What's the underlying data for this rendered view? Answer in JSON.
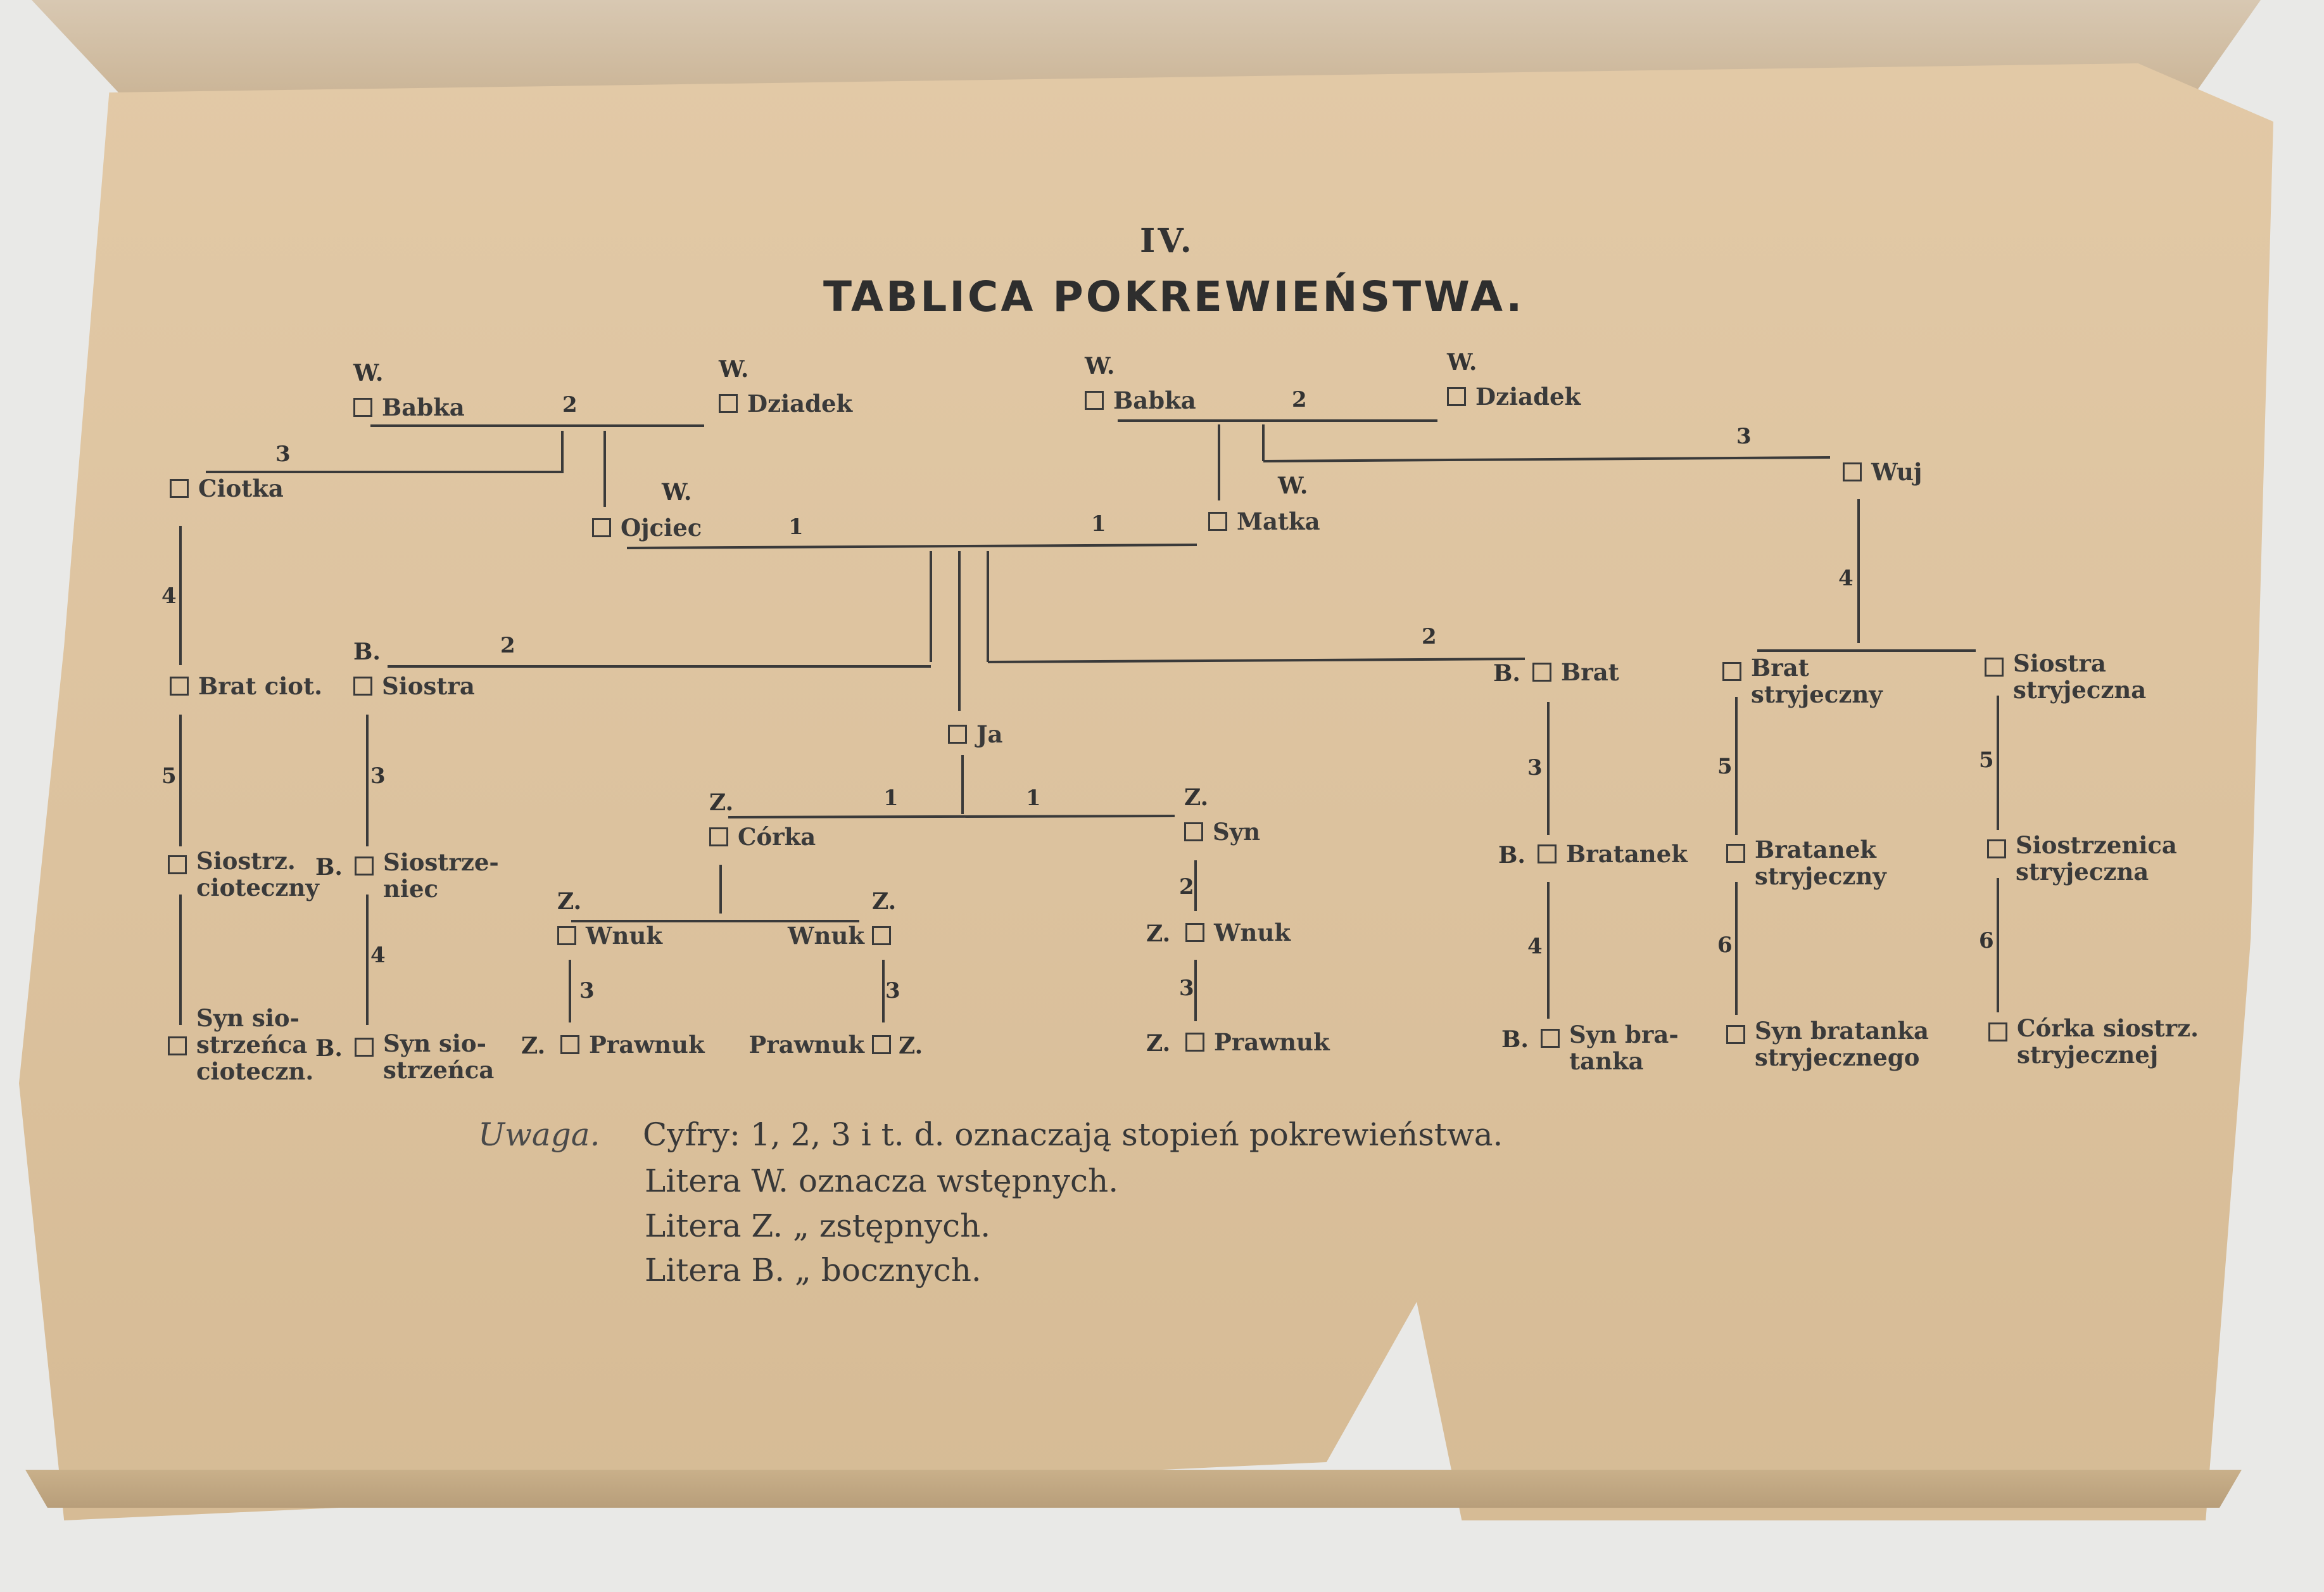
{
  "page": {
    "roman": "IV.",
    "title": "TABLICA POKREWIEŃSTWA."
  },
  "colors": {
    "ink": "#333333",
    "paper": "#dcc29e",
    "background": "#e9e9e7"
  },
  "nodes": [
    {
      "id": "babka-o",
      "text": "Babka",
      "mark": "W."
    },
    {
      "id": "dziadek-o",
      "text": "Dziadek",
      "mark": "W."
    },
    {
      "id": "babka-m",
      "text": "Babka",
      "mark": "W."
    },
    {
      "id": "dziadek-m",
      "text": "Dziadek",
      "mark": "W."
    },
    {
      "id": "ciotka",
      "text": "Ciotka",
      "mark": ""
    },
    {
      "id": "ojciec",
      "text": "Ojciec",
      "mark": "W."
    },
    {
      "id": "matka",
      "text": "Matka",
      "mark": "W."
    },
    {
      "id": "wuj",
      "text": "Wuj",
      "mark": ""
    },
    {
      "id": "brat-ciot",
      "text": "Brat ciot.",
      "mark": ""
    },
    {
      "id": "siostra",
      "text": "Siostra",
      "mark": "B."
    },
    {
      "id": "brat",
      "text": "Brat",
      "mark": "B."
    },
    {
      "id": "brat-stryj",
      "text": "Brat\nstryjeczny",
      "mark": ""
    },
    {
      "id": "siostra-stryj",
      "text": "Siostra\nstryjeczna",
      "mark": ""
    },
    {
      "id": "ja",
      "text": "Ja",
      "mark": ""
    },
    {
      "id": "corka",
      "text": "Córka",
      "mark": "Z."
    },
    {
      "id": "syn",
      "text": "Syn",
      "mark": "Z."
    },
    {
      "id": "siostrz-ciot",
      "text": "Siostrz.\ncioteczny",
      "mark": ""
    },
    {
      "id": "siostrzeniec",
      "text": "Siostrze-\nniec",
      "mark": "B."
    },
    {
      "id": "bratanek",
      "text": "Bratanek",
      "mark": "B."
    },
    {
      "id": "bratanek-stryj",
      "text": "Bratanek\nstryjeczny",
      "mark": ""
    },
    {
      "id": "siostrzenica-stryj",
      "text": "Siostrzenica\nstryjeczna",
      "mark": ""
    },
    {
      "id": "wnuk-l",
      "text": "Wnuk",
      "mark": "Z."
    },
    {
      "id": "wnuk-r",
      "text": "Wnuk",
      "mark": "Z."
    },
    {
      "id": "wnuk-s",
      "text": "Wnuk",
      "mark": "Z."
    },
    {
      "id": "syn-siostrz-ciot",
      "text": "Syn sio-\nstrzeńca\ncioteczn.",
      "mark": ""
    },
    {
      "id": "syn-siostrzenca",
      "text": "Syn sio-\nstrzeńca",
      "mark": "B."
    },
    {
      "id": "prawnuk-l",
      "text": "Prawnuk",
      "mark": "Z."
    },
    {
      "id": "prawnuk-r",
      "text": "Prawnuk",
      "mark": "Z."
    },
    {
      "id": "prawnuk-s",
      "text": "Prawnuk",
      "mark": "Z."
    },
    {
      "id": "syn-bratanka",
      "text": "Syn bra-\ntanka",
      "mark": "B."
    },
    {
      "id": "syn-bratanka-stryj",
      "text": "Syn bratanka\nstryjecznego",
      "mark": ""
    },
    {
      "id": "corka-siostrz-stryj",
      "text": "Córka siostrz.\nstryjecznej",
      "mark": ""
    }
  ],
  "degrees": [
    "3",
    "2",
    "2",
    "3",
    "1",
    "1",
    "4",
    "2",
    "2",
    "4",
    "1",
    "1",
    "5",
    "3",
    "3",
    "5",
    "5",
    "2",
    "4",
    "4",
    "6",
    "6",
    "3",
    "3",
    "3"
  ],
  "note": {
    "label": "Uwaga.",
    "lines": [
      "Cyfry: 1, 2, 3 i t. d. oznaczają stopień pokrewieństwa.",
      "Litera W. oznacza wstępnych.",
      "Litera Z.   „   zstępnych.",
      "Litera B.   „   bocznych."
    ]
  }
}
